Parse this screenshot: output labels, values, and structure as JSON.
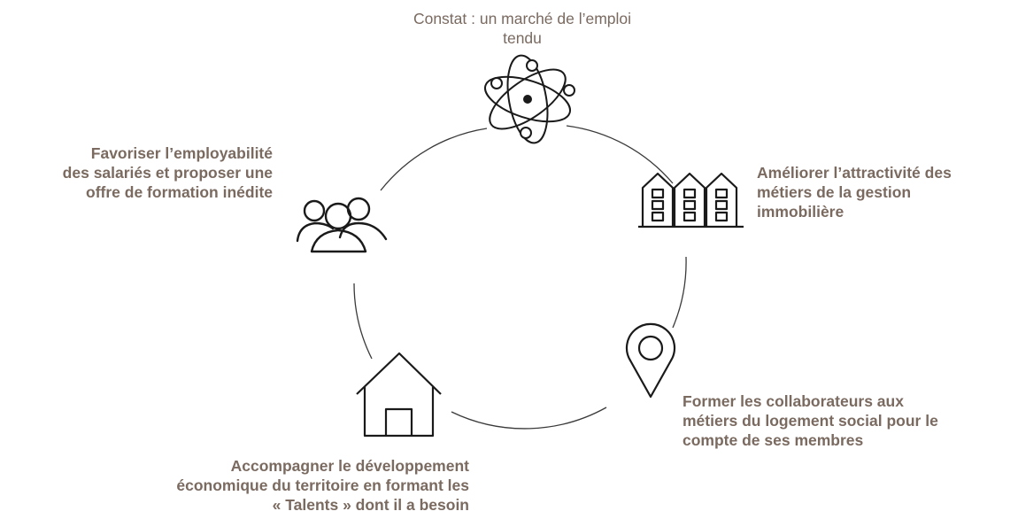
{
  "diagram": {
    "type": "cycle",
    "colors": {
      "text": "#7a6a60",
      "line": "#3a3a3a",
      "icon": "#1a1a1a"
    },
    "nodes": [
      {
        "id": "top",
        "icon": "atom-icon",
        "label_lines": [
          "Constat : un marché de l’emploi",
          "tendu"
        ]
      },
      {
        "id": "right",
        "icon": "buildings-icon",
        "label_lines": [
          "Améliorer l’attractivité des",
          "métiers de la gestion",
          "immobilière"
        ]
      },
      {
        "id": "bottom-right",
        "icon": "map-pin-icon",
        "label_lines": [
          "Former les collaborateurs aux",
          "métiers du logement social pour le",
          "compte de ses membres"
        ]
      },
      {
        "id": "bottom-left",
        "icon": "house-icon",
        "label_lines": [
          "Accompagner le développement",
          "économique du territoire en formant les",
          "« Talents » dont il a besoin"
        ]
      },
      {
        "id": "left",
        "icon": "people-group-icon",
        "label_lines": [
          "Favoriser l’employabilité",
          "des salariés et proposer une",
          "offre de formation inédite"
        ]
      }
    ]
  }
}
